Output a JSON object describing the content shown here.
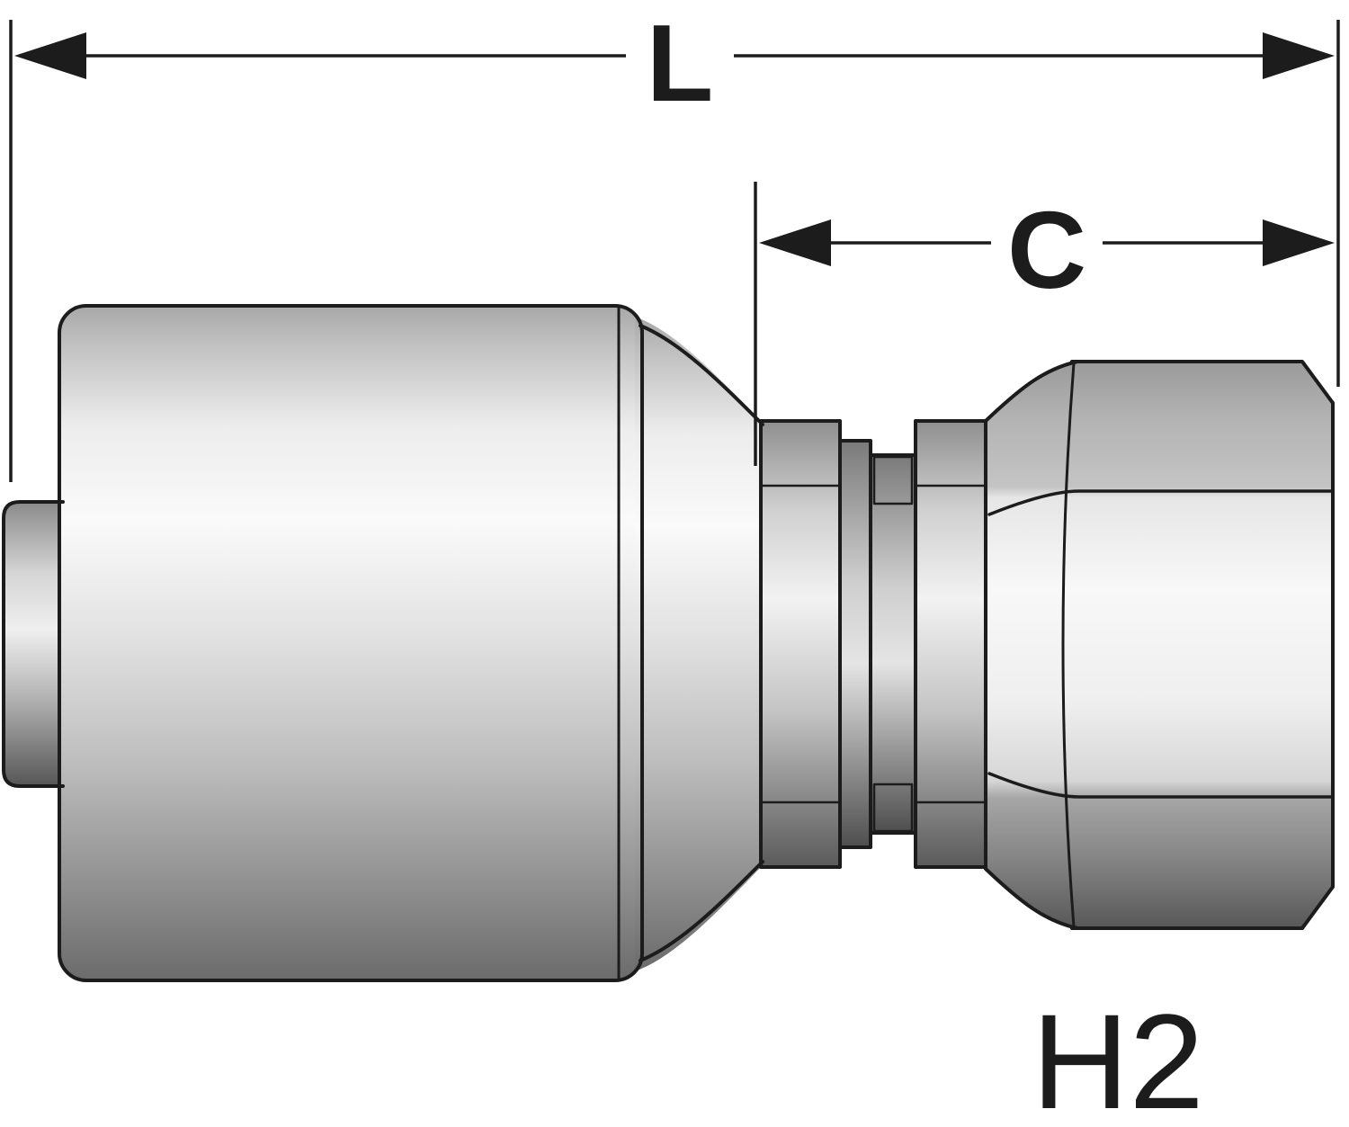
{
  "drawing": {
    "dimension_labels": {
      "l": "L",
      "c": "C"
    },
    "part_code": "H2",
    "colors": {
      "line": "#1c1c1c",
      "background": "#ffffff",
      "metal_highlight": "#f8f8f8",
      "metal_shadow": "#5a5a5a"
    }
  }
}
